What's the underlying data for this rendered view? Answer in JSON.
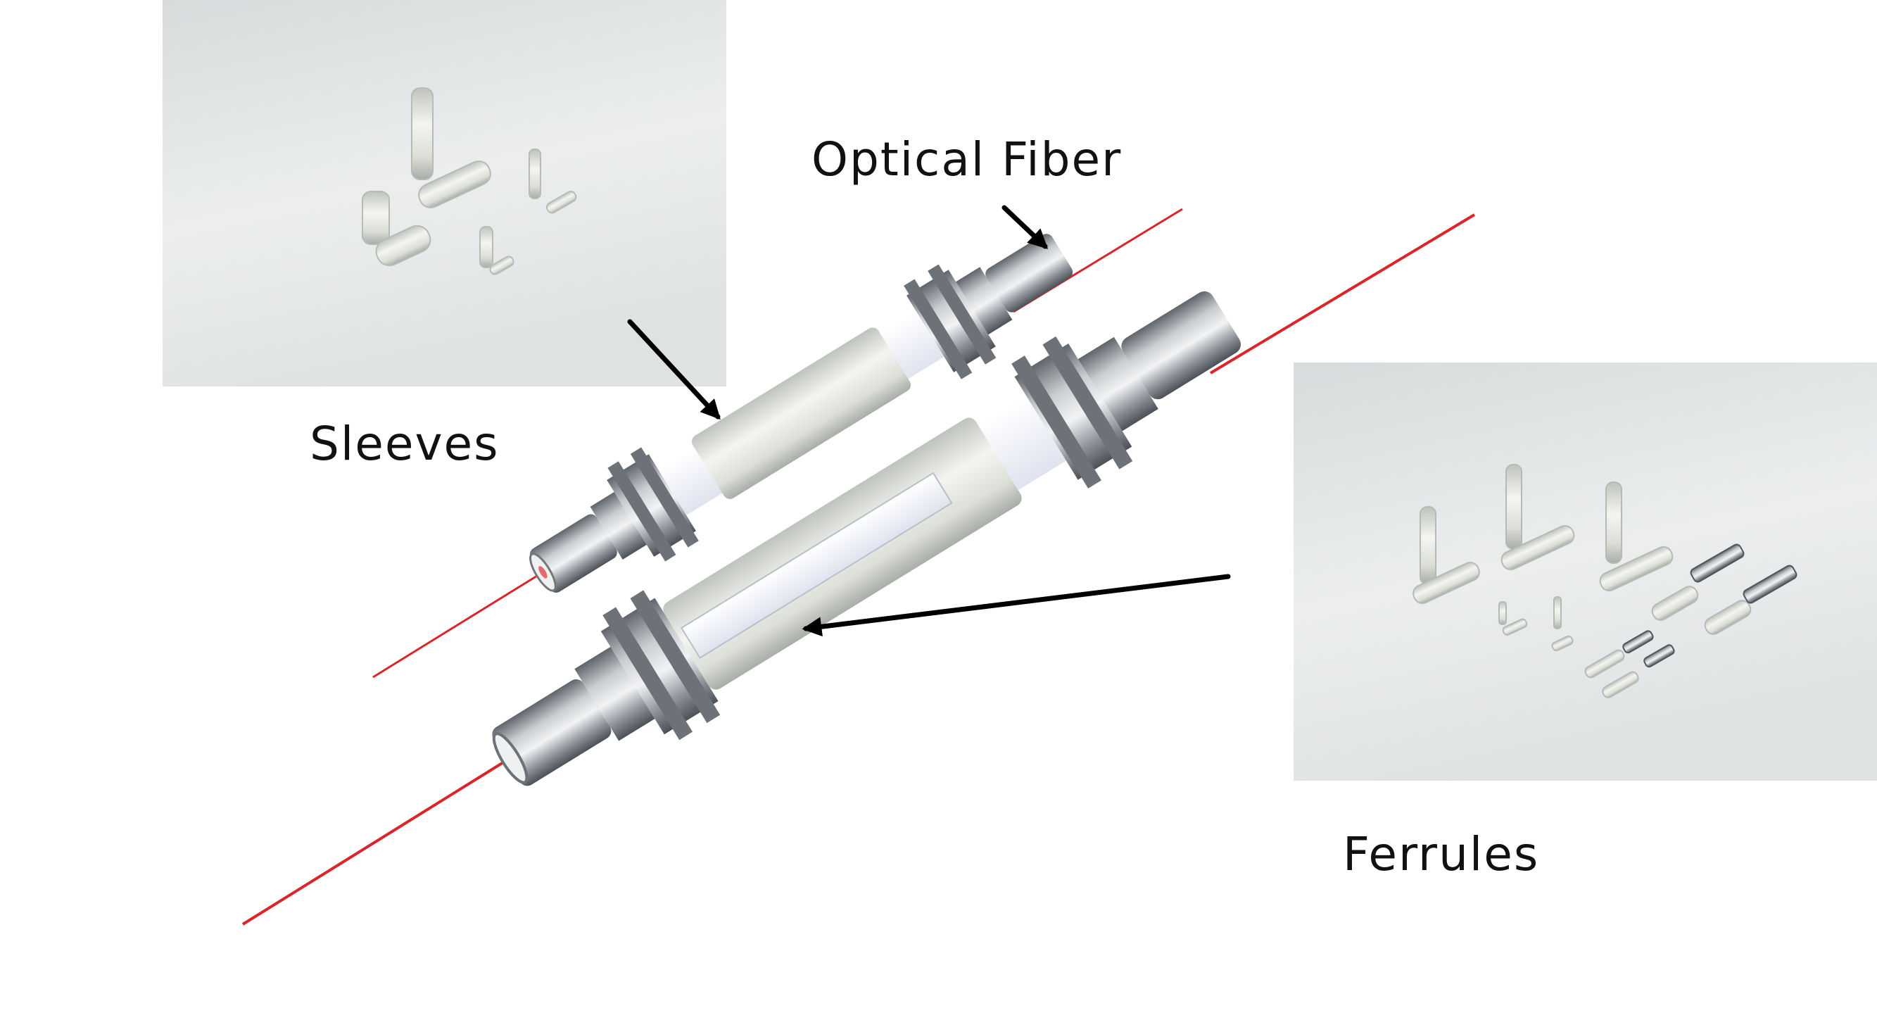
{
  "labels": {
    "optical_fiber": "Optical Fiber",
    "sleeves": "Sleeves",
    "ferrules": "Ferrules"
  },
  "colors": {
    "fiber": "#d9262b",
    "arrow": "#000000",
    "metal": "#8e949a",
    "ceramic": "#e6e8e3",
    "photo_bg": "#e3e6e6"
  },
  "icons": [
    "sleeves-photo",
    "ferrules-photo",
    "connector-assembly",
    "cutaway-connector"
  ]
}
